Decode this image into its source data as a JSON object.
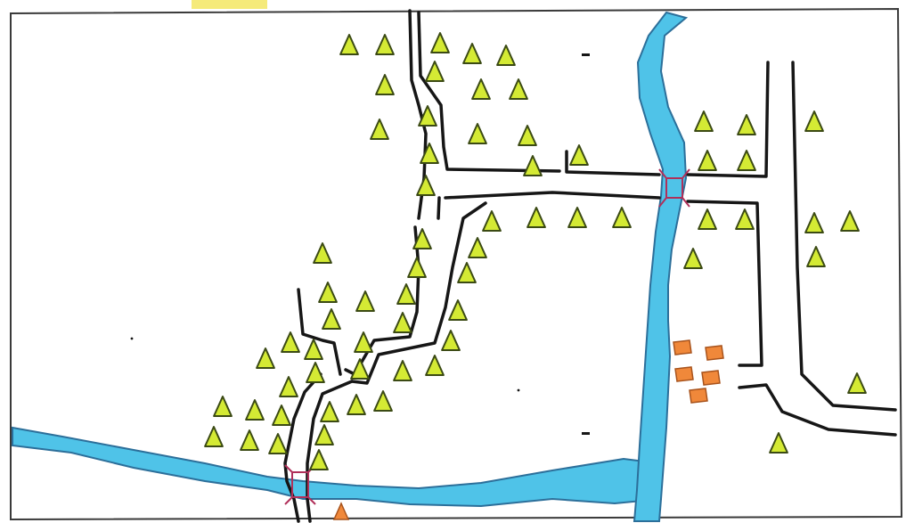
{
  "map": {
    "kind": "hand-drawn village sketch map",
    "colors": {
      "paper": "#ffffff",
      "frame": "#3a3a3a",
      "river": "#4fc3e8",
      "river_edge": "#2c6f9a",
      "road": "#161616",
      "tree_fill": "#d4ea34",
      "tree_edge": "#3b4a14",
      "hut_fill": "#f0883a",
      "hut_edge": "#a8531c",
      "bridge": "#b0305a",
      "highlight": "#f5ea7a"
    },
    "icons": {
      "tree": "triangle-tree-icon",
      "hut": "house-icon",
      "bridge": "bridge-icon"
    },
    "features": [
      "rivers",
      "roads",
      "bridges",
      "trees",
      "houses"
    ]
  }
}
